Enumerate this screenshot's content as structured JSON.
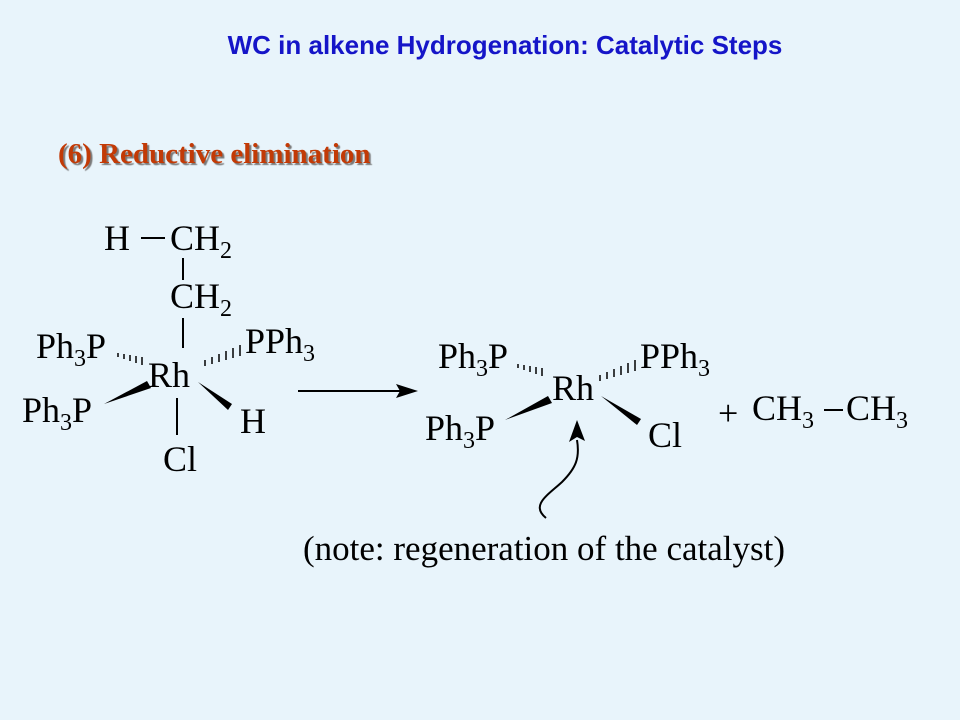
{
  "title": "WC in alkene Hydrogenation: Catalytic Steps",
  "step_heading": "(6) Reductive elimination",
  "reactant": {
    "ligand_left_upper": "Ph3P",
    "ligand_left_lower": "Ph3P",
    "ligand_right_upper": "PPh3",
    "metal": "Rh",
    "hydride": "H",
    "chloride": "Cl",
    "chain_top_h": "H",
    "chain_top": "CH2",
    "chain_mid": "CH2"
  },
  "product_complex": {
    "ligand_left_upper": "Ph3P",
    "ligand_left_lower": "Ph3P",
    "ligand_right_upper": "PPh3",
    "metal": "Rh",
    "chloride": "Cl"
  },
  "byproduct": {
    "plus": "+",
    "left": "CH3",
    "right": "CH3"
  },
  "note": "(note: regeneration of the catalyst)",
  "colors": {
    "background": "#e8f4fb",
    "title": "#1515c8",
    "heading": "#c23a06"
  }
}
